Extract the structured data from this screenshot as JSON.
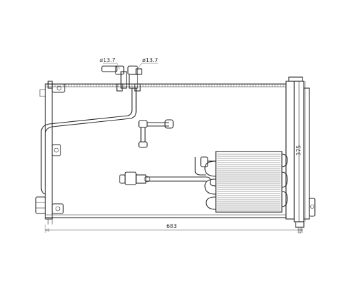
{
  "drawing": {
    "pipe_diameter_left": "ø13.7",
    "pipe_diameter_right": "ø13.7",
    "width_dimension": "683",
    "height_dimension": "375"
  }
}
